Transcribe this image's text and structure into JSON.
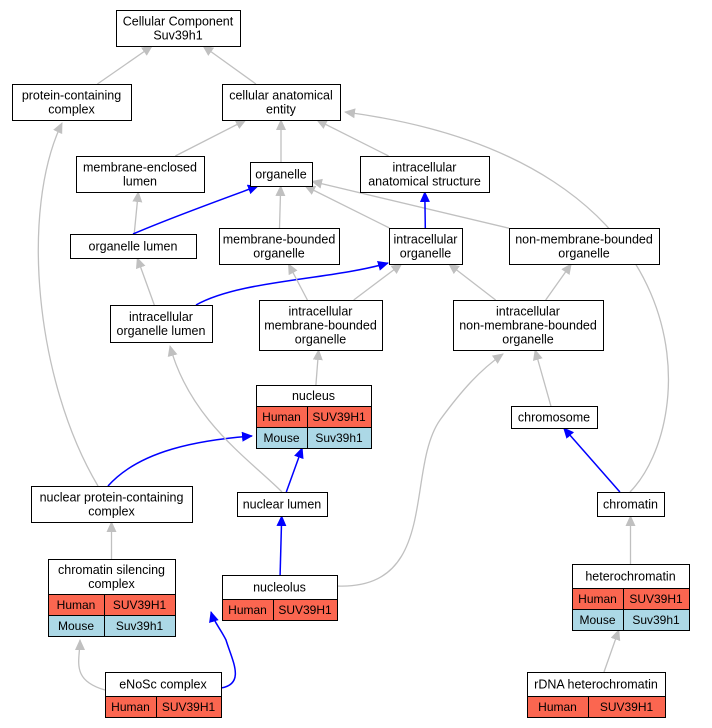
{
  "colors": {
    "human": "#fb6650",
    "mouse": "#acd8e6",
    "edge_default": "#c0c0c0",
    "edge_highlight": "#0000ff"
  },
  "nodes": {
    "cellular_component": {
      "lines": [
        "Cellular Component",
        "Suv39h1"
      ]
    },
    "protein_containing_complex": {
      "lines": [
        "protein-containing",
        "complex"
      ]
    },
    "cellular_anatomical_entity": {
      "lines": [
        "cellular anatomical",
        "entity"
      ]
    },
    "membrane_enclosed_lumen": {
      "lines": [
        "membrane-enclosed",
        "lumen"
      ]
    },
    "organelle": {
      "lines": [
        "organelle"
      ]
    },
    "intracellular_anatomical_structure": {
      "lines": [
        "intracellular",
        "anatomical structure"
      ]
    },
    "organelle_lumen": {
      "lines": [
        "organelle lumen"
      ]
    },
    "membrane_bounded_organelle": {
      "lines": [
        "membrane-bounded",
        "organelle"
      ]
    },
    "intracellular_organelle": {
      "lines": [
        "intracellular",
        "organelle"
      ]
    },
    "non_membrane_bounded_organelle": {
      "lines": [
        "non-membrane-bounded",
        "organelle"
      ]
    },
    "intracellular_organelle_lumen": {
      "lines": [
        "intracellular",
        "organelle lumen"
      ]
    },
    "intracellular_membrane_bounded_organelle": {
      "lines": [
        "intracellular",
        "membrane-bounded",
        "organelle"
      ]
    },
    "intracellular_non_membrane_bounded_organelle": {
      "lines": [
        "intracellular",
        "non-membrane-bounded",
        "organelle"
      ]
    },
    "nucleus": {
      "lines": [
        "nucleus"
      ],
      "genes": [
        {
          "species": "Human",
          "symbol": "SUV39H1"
        },
        {
          "species": "Mouse",
          "symbol": "Suv39h1"
        }
      ]
    },
    "chromosome": {
      "lines": [
        "chromosome"
      ]
    },
    "nuclear_protein_containing_complex": {
      "lines": [
        "nuclear protein-containing",
        "complex"
      ]
    },
    "nuclear_lumen": {
      "lines": [
        "nuclear lumen"
      ]
    },
    "chromatin": {
      "lines": [
        "chromatin"
      ]
    },
    "chromatin_silencing_complex": {
      "lines": [
        "chromatin silencing",
        "complex"
      ],
      "genes": [
        {
          "species": "Human",
          "symbol": "SUV39H1"
        },
        {
          "species": "Mouse",
          "symbol": "Suv39h1"
        }
      ]
    },
    "nucleolus": {
      "lines": [
        "nucleolus"
      ],
      "genes": [
        {
          "species": "Human",
          "symbol": "SUV39H1"
        }
      ]
    },
    "heterochromatin": {
      "lines": [
        "heterochromatin"
      ],
      "genes": [
        {
          "species": "Human",
          "symbol": "SUV39H1"
        },
        {
          "species": "Mouse",
          "symbol": "Suv39h1"
        }
      ]
    },
    "enosc_complex": {
      "lines": [
        "eNoSc complex"
      ],
      "genes": [
        {
          "species": "Human",
          "symbol": "SUV39H1"
        }
      ]
    },
    "rdna_heterochromatin": {
      "lines": [
        "rDNA heterochromatin"
      ],
      "genes": [
        {
          "species": "Human",
          "symbol": "SUV39H1"
        }
      ]
    }
  },
  "edges": [
    {
      "from": "protein_containing_complex",
      "to": "cellular_component",
      "highlight": false
    },
    {
      "from": "cellular_anatomical_entity",
      "to": "cellular_component",
      "highlight": false
    },
    {
      "from": "membrane_enclosed_lumen",
      "to": "cellular_anatomical_entity",
      "highlight": false
    },
    {
      "from": "organelle",
      "to": "cellular_anatomical_entity",
      "highlight": false
    },
    {
      "from": "intracellular_anatomical_structure",
      "to": "cellular_anatomical_entity",
      "highlight": false
    },
    {
      "from": "chromatin",
      "to": "cellular_anatomical_entity",
      "highlight": false
    },
    {
      "from": "organelle_lumen",
      "to": "membrane_enclosed_lumen",
      "highlight": false
    },
    {
      "from": "organelle_lumen",
      "to": "organelle",
      "highlight": true
    },
    {
      "from": "membrane_bounded_organelle",
      "to": "organelle",
      "highlight": false
    },
    {
      "from": "intracellular_organelle",
      "to": "organelle",
      "highlight": false
    },
    {
      "from": "non_membrane_bounded_organelle",
      "to": "organelle",
      "highlight": false
    },
    {
      "from": "intracellular_organelle",
      "to": "intracellular_anatomical_structure",
      "highlight": true
    },
    {
      "from": "intracellular_organelle_lumen",
      "to": "organelle_lumen",
      "highlight": false
    },
    {
      "from": "intracellular_organelle_lumen",
      "to": "intracellular_organelle",
      "highlight": true
    },
    {
      "from": "intracellular_membrane_bounded_organelle",
      "to": "membrane_bounded_organelle",
      "highlight": false
    },
    {
      "from": "intracellular_membrane_bounded_organelle",
      "to": "intracellular_organelle",
      "highlight": false
    },
    {
      "from": "intracellular_non_membrane_bounded_organelle",
      "to": "intracellular_organelle",
      "highlight": false
    },
    {
      "from": "intracellular_non_membrane_bounded_organelle",
      "to": "non_membrane_bounded_organelle",
      "highlight": false
    },
    {
      "from": "nucleus",
      "to": "intracellular_membrane_bounded_organelle",
      "highlight": false
    },
    {
      "from": "chromosome",
      "to": "intracellular_non_membrane_bounded_organelle",
      "highlight": false
    },
    {
      "from": "nuclear_protein_containing_complex",
      "to": "protein_containing_complex",
      "highlight": false
    },
    {
      "from": "nuclear_protein_containing_complex",
      "to": "nucleus",
      "highlight": true
    },
    {
      "from": "nuclear_lumen",
      "to": "nucleus",
      "highlight": true
    },
    {
      "from": "nuclear_lumen",
      "to": "intracellular_organelle_lumen",
      "highlight": false
    },
    {
      "from": "chromatin",
      "to": "chromosome",
      "highlight": true
    },
    {
      "from": "chromatin_silencing_complex",
      "to": "nuclear_protein_containing_complex",
      "highlight": false
    },
    {
      "from": "nucleolus",
      "to": "nuclear_lumen",
      "highlight": true
    },
    {
      "from": "nucleolus",
      "to": "intracellular_non_membrane_bounded_organelle",
      "highlight": false
    },
    {
      "from": "heterochromatin",
      "to": "chromatin",
      "highlight": false
    },
    {
      "from": "enosc_complex",
      "to": "chromatin_silencing_complex",
      "highlight": false
    },
    {
      "from": "enosc_complex",
      "to": "nucleolus",
      "highlight": true
    },
    {
      "from": "rdna_heterochromatin",
      "to": "heterochromatin",
      "highlight": false
    }
  ]
}
